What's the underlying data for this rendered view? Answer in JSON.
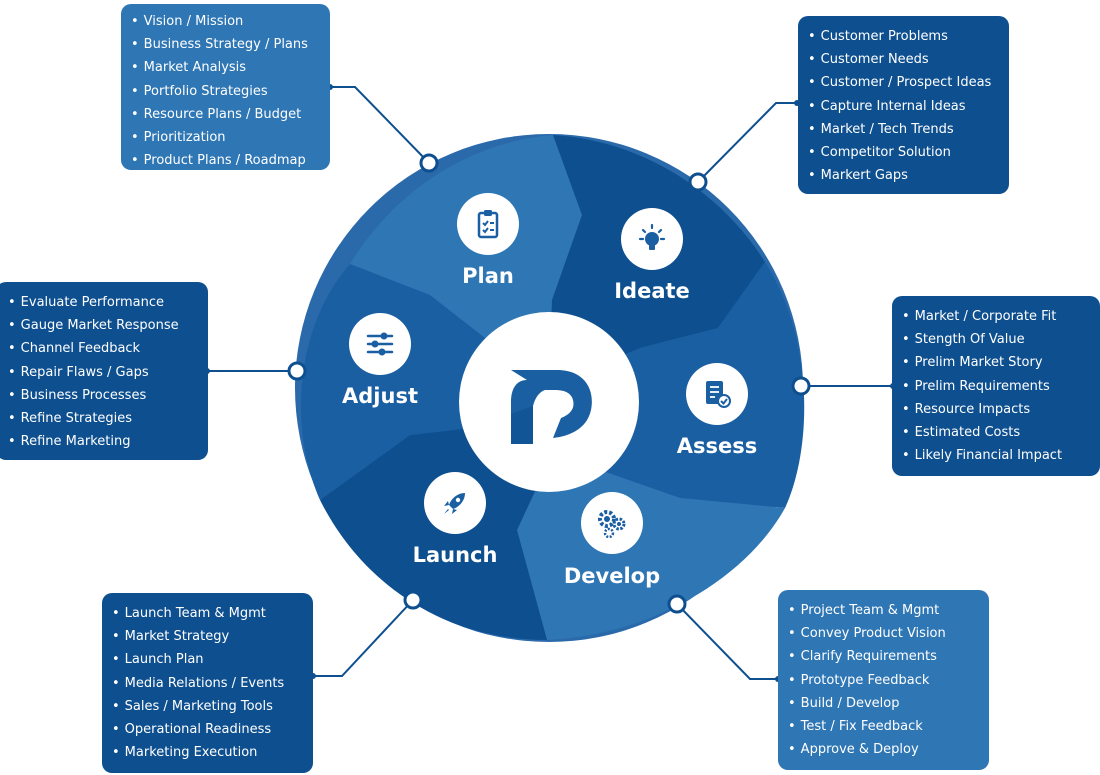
{
  "colors": {
    "dark": "#0e4f8f",
    "medium": "#1b5fa3",
    "light": "#2f76b5",
    "ring": "#2a6aab",
    "white": "#ffffff"
  },
  "stages": [
    {
      "id": "plan",
      "label": "Plan",
      "icon": "clipboard-checklist-icon",
      "items": [
        "Vision / Mission",
        "Business Strategy / Plans",
        "Market Analysis",
        "Portfolio Strategies",
        "Resource Plans / Budget",
        "Prioritization",
        "Product Plans / Roadmap"
      ]
    },
    {
      "id": "ideate",
      "label": "Ideate",
      "icon": "lightbulb-icon",
      "items": [
        "Customer Problems",
        "Customer Needs",
        "Customer / Prospect Ideas",
        "Capture Internal Ideas",
        "Market / Tech Trends",
        "Competitor Solution",
        "Markert Gaps"
      ]
    },
    {
      "id": "assess",
      "label": "Assess",
      "icon": "document-check-icon",
      "items": [
        "Market / Corporate Fit",
        "Stength Of Value",
        "Prelim Market Story",
        "Prelim Requirements",
        "Resource Impacts",
        "Estimated Costs",
        "Likely Financial Impact"
      ]
    },
    {
      "id": "develop",
      "label": "Develop",
      "icon": "gears-icon",
      "items": [
        "Project Team & Mgmt",
        "Convey Product Vision",
        "Clarify Requirements",
        "Prototype Feedback",
        "Build / Develop",
        "Test / Fix Feedback",
        "Approve & Deploy"
      ]
    },
    {
      "id": "launch",
      "label": "Launch",
      "icon": "rocket-icon",
      "items": [
        "Launch Team & Mgmt",
        "Market Strategy",
        "Launch Plan",
        "Media Relations / Events",
        "Sales / Marketing Tools",
        "Operational Readiness",
        "Marketing Execution"
      ]
    },
    {
      "id": "adjust",
      "label": "Adjust",
      "icon": "sliders-icon",
      "items": [
        "Evaluate Performance",
        "Gauge Market Response",
        "Channel Feedback",
        "Repair Flaws / Gaps",
        "Business Processes",
        "Refine Strategies",
        "Refine Marketing"
      ]
    }
  ],
  "center_logo": "p-logo-icon"
}
